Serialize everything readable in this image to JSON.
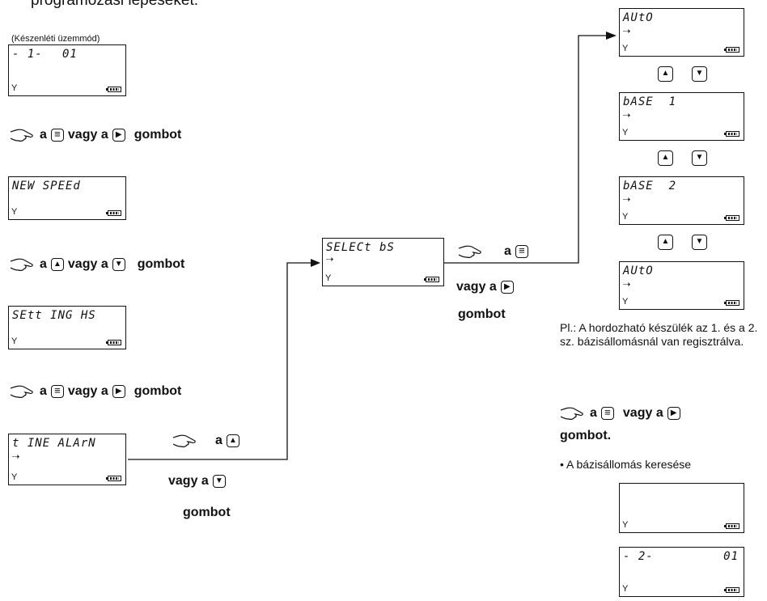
{
  "header": {
    "partial_title": "programozási lépéseket:"
  },
  "standby_caption": "(Készenléti üzemmód)",
  "displays": {
    "standby": {
      "left": "- 1-",
      "right": "01"
    },
    "new_speed": {
      "text": "NEW SPEEd"
    },
    "setting_hs": {
      "text": "SEtt ING HS"
    },
    "time_alarm": {
      "text": "t INE ALArN"
    },
    "select_bs": {
      "text": "SELECt bS"
    },
    "auto_1": {
      "text": "AUtO"
    },
    "base_1": {
      "text": "bASE  1"
    },
    "base_2": {
      "text": "bASE  2"
    },
    "auto_2": {
      "text": "AUtO"
    },
    "searching": {
      "text": ""
    },
    "result": {
      "left": "- 2-",
      "right": "01"
    }
  },
  "instructions": {
    "step1": {
      "a": "a",
      "vagy_a": "vagy a",
      "gombot": "gombot"
    },
    "step2": {
      "a": "a",
      "vagy_a": "vagy a",
      "gombot": "gombot"
    },
    "step3": {
      "a": "a",
      "vagy_a": "vagy a",
      "gombot": "gombot"
    },
    "step4": {
      "a": "a",
      "vagy_a": "vagy a",
      "gombot": "gombot"
    },
    "step5": {
      "a": "a",
      "vagy_a": "vagy a",
      "gombot": "gombot"
    },
    "step6": {
      "a": "a",
      "vagy_a": "vagy a",
      "gombot": "gombot."
    }
  },
  "note": {
    "example": "Pl.: A hordozható készülék az 1. és a 2. sz. bázisállomásnál van regisztrálva.",
    "search": "• A bázisállomás keresése"
  },
  "icons": {
    "hand": "pointing-hand-icon",
    "menu_key": "menu-key-icon",
    "right_key": "right-arrow-key-icon",
    "up_key": "up-arrow-key-icon",
    "down_key": "down-arrow-key-icon"
  }
}
